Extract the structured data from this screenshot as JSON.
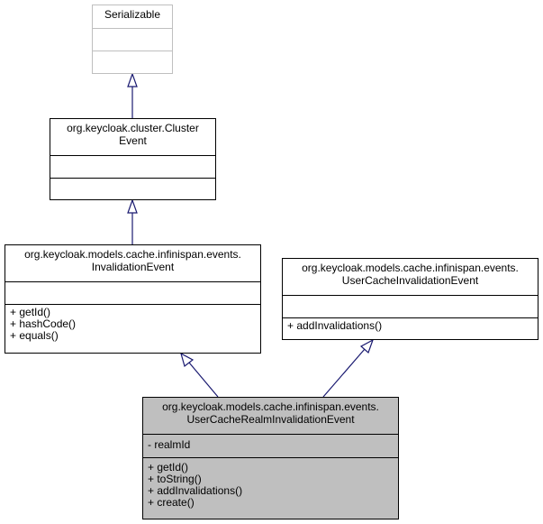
{
  "classes": {
    "serializable": {
      "name": "Serializable",
      "attributes": [],
      "methods": []
    },
    "cluster_event": {
      "name_line1": "org.keycloak.cluster.Cluster",
      "name_line2": "Event",
      "attributes": [],
      "methods": []
    },
    "invalidation_event": {
      "name_line1": "org.keycloak.models.cache.infinispan.events.",
      "name_line2": "InvalidationEvent",
      "attributes": [],
      "methods": [
        "+ getId()",
        "+ hashCode()",
        "+ equals()"
      ]
    },
    "user_cache_invalidation_event": {
      "name_line1": "org.keycloak.models.cache.infinispan.events.",
      "name_line2": "UserCacheInvalidationEvent",
      "attributes": [],
      "methods": [
        "+ addInvalidations()"
      ]
    },
    "user_cache_realm_invalidation_event": {
      "name_line1": "org.keycloak.models.cache.infinispan.events.",
      "name_line2": "UserCacheRealmInvalidationEvent",
      "attributes": [
        "- realmId"
      ],
      "methods": [
        "+ getId()",
        "+ toString()",
        "+ addInvalidations()",
        "+ create()"
      ]
    }
  },
  "colors": {
    "edge": "#191970",
    "selected_fill": "#bfbfbf",
    "interface_border": "#bfbfbf"
  }
}
